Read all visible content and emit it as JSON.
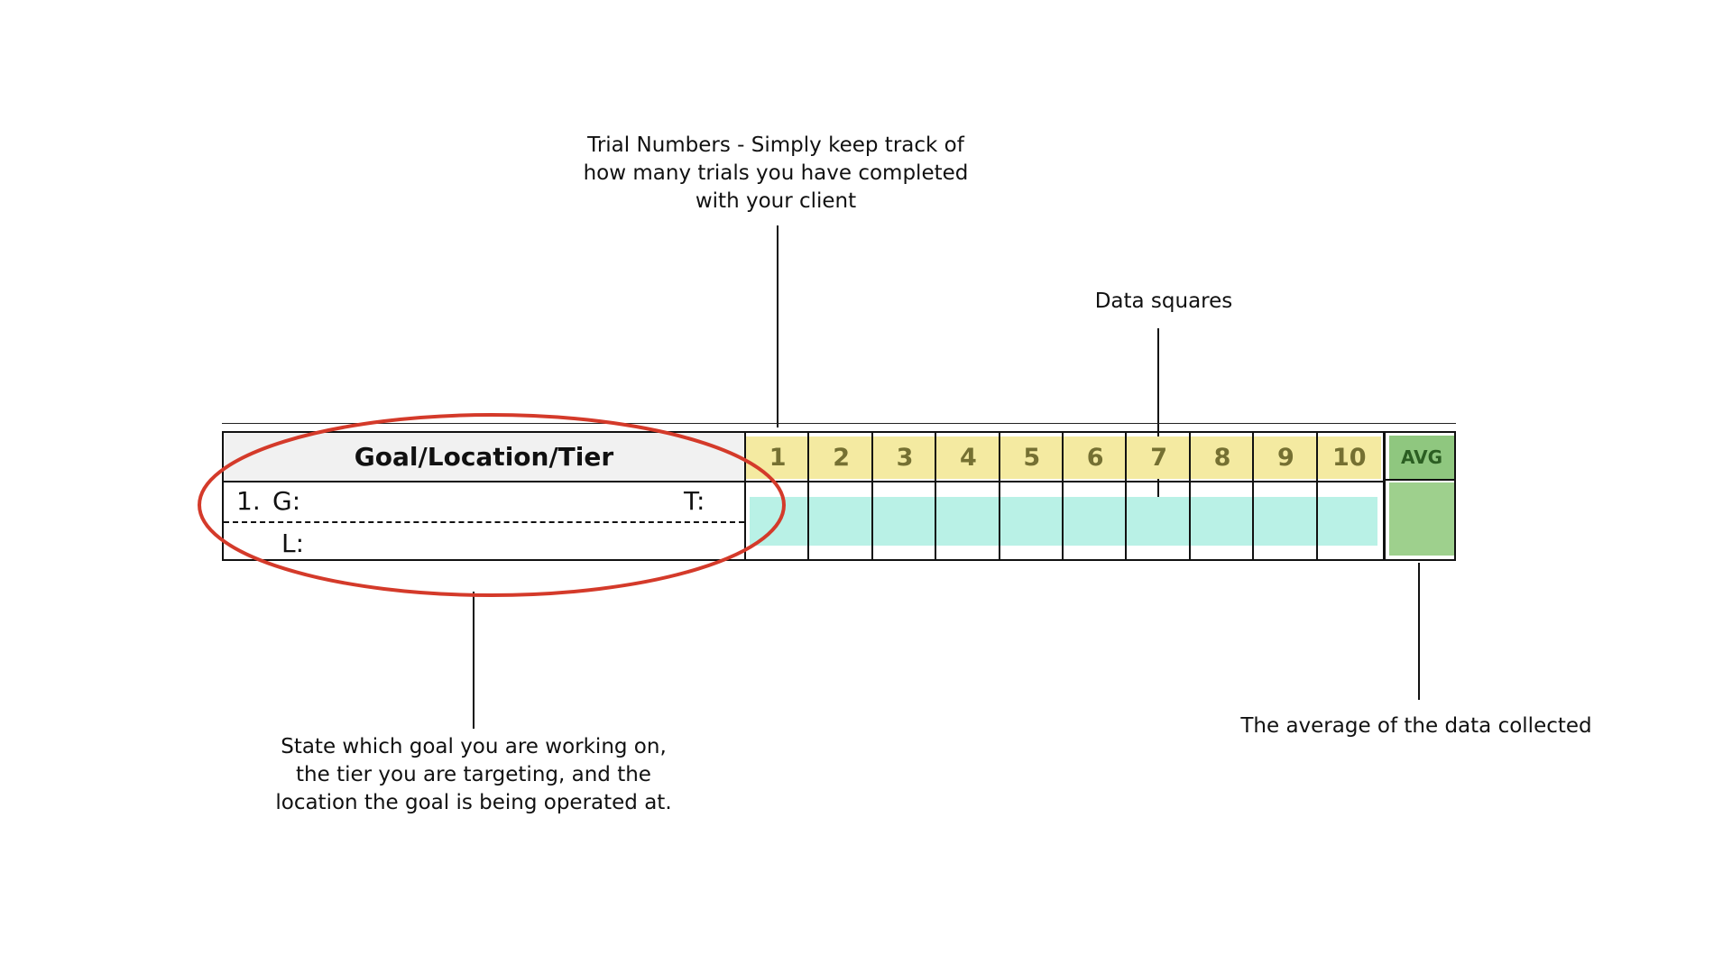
{
  "annotations": {
    "trial_numbers": "Trial Numbers - Simply keep track of\nhow many trials you have completed\nwith your client",
    "data_squares": "Data squares",
    "goal_description": "State which goal you are working on,\nthe tier you are targeting, and the\nlocation the goal is being operated at.",
    "average": "The average of the data collected"
  },
  "table": {
    "goal_header": "Goal/Location/Tier",
    "row_number": "1.",
    "goal_label": "G:",
    "tier_label": "T:",
    "location_label": "L:",
    "trials": [
      "1",
      "2",
      "3",
      "4",
      "5",
      "6",
      "7",
      "8",
      "9",
      "10"
    ],
    "avg_label": "AVG"
  },
  "colors": {
    "trial_header_bg": "#f4eaa1",
    "trial_number_text": "#757032",
    "data_squares_bg": "#b9f1e6",
    "avg_header_bg": "#8fc77f",
    "avg_body_bg": "#9ed08d",
    "highlight_ellipse": "#d43a2a"
  }
}
